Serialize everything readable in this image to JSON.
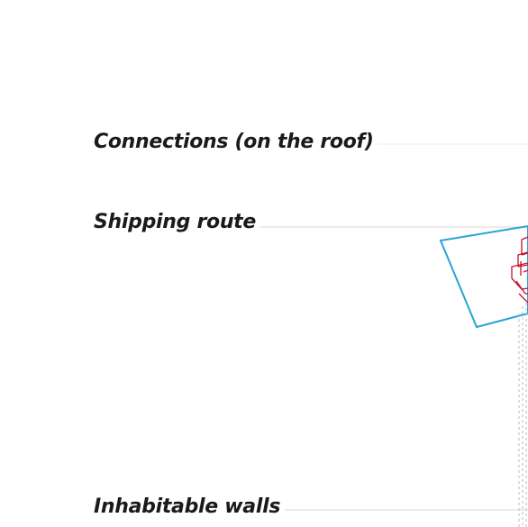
{
  "labels": {
    "connections": "Connections (on the roof)",
    "shipping_route": "Shipping route",
    "inhabitable_walls": "Inhabitable walls"
  },
  "colors": {
    "shipping_route": "#2aa3d6",
    "structure": "#c8102e",
    "leader_line": "#d9d9d9",
    "dashed_line": "#b8b8b8",
    "text": "#1a1a1a"
  }
}
